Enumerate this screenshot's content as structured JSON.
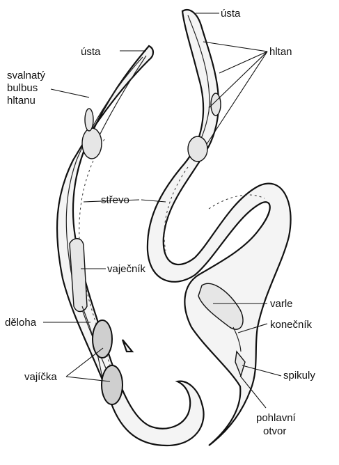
{
  "labels": {
    "usta_female": "ústa",
    "svalnaty": "svalnatý",
    "bulbus": "bulbus",
    "hltanu": "hltanu",
    "strevo": "střevo",
    "vajecnik": "vaječník",
    "deloha": "děloha",
    "vajicka": "vajíčka",
    "usta_male": "ústa",
    "hltan": "hltan",
    "varle": "varle",
    "konecnik": "konečník",
    "spikuly": "spikuly",
    "pohlavni": "pohlavní",
    "otvor": "otvor"
  }
}
